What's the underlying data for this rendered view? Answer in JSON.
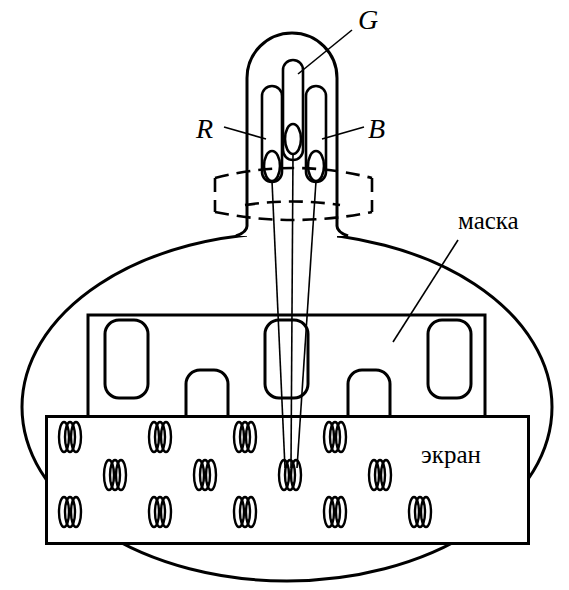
{
  "diagram": {
    "nodes": [
      {
        "text": [
          "экран"
        ]
      }
    ],
    "labels": [
      "G",
      "R",
      "B",
      "маска"
    ]
  }
}
